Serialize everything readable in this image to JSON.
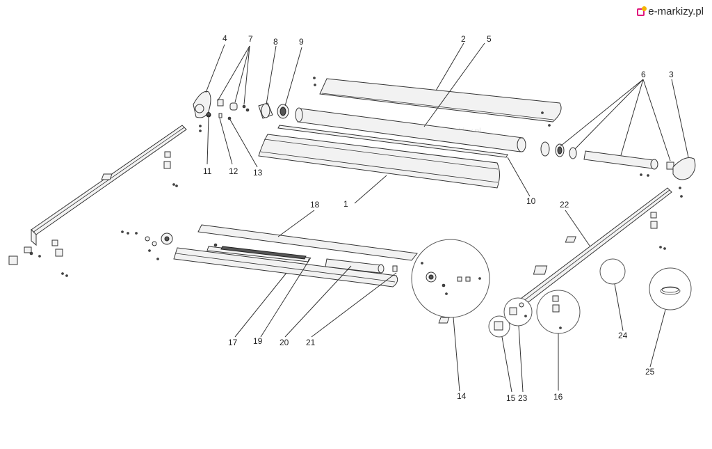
{
  "brand": {
    "text": "e-markizy.pl",
    "accent": "#e0197d",
    "dot": "#f4b400"
  },
  "watermark": "e-markizy.pl",
  "callouts": [
    "1",
    "2",
    "3",
    "4",
    "5",
    "6",
    "7",
    "8",
    "9",
    "10",
    "11",
    "12",
    "13",
    "14",
    "15",
    "16",
    "17",
    "18",
    "19",
    "20",
    "21",
    "22",
    "23",
    "24",
    "25"
  ]
}
